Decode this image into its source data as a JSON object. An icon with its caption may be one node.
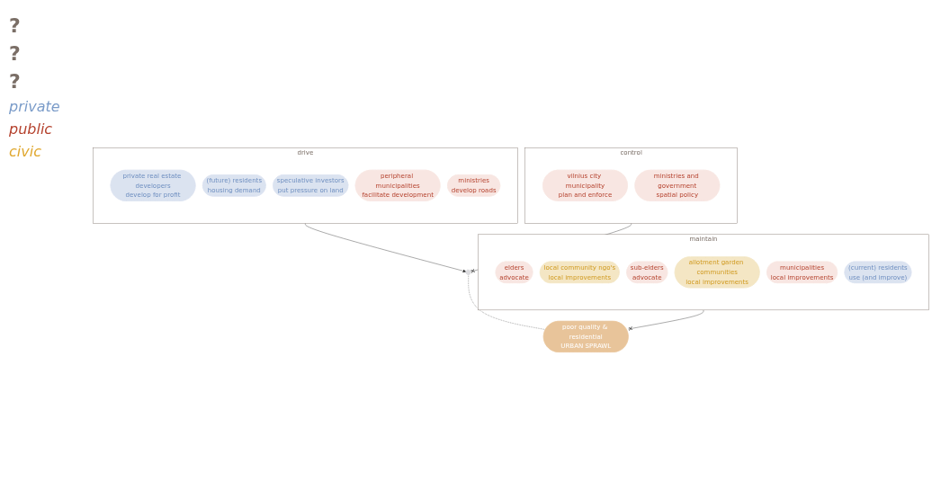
{
  "diagram": {
    "nodes": [
      {
        "text": [
          "drive"
        ]
      },
      {
        "text": [
          "private real estate developers",
          "develop for profit"
        ],
        "in": 0
      },
      {
        "text": [
          "(future) residents",
          "housing demand"
        ],
        "in": 0
      },
      {
        "text": [
          "speculative investors",
          "put pressure on land"
        ],
        "in": 0
      },
      {
        "text": [
          "peripheral municipalities",
          "facilitate development"
        ],
        "in": 0
      },
      {
        "text": [
          "ministries",
          "develop roads"
        ],
        "in": 0
      },
      {
        "text": [
          "control"
        ]
      },
      {
        "text": [
          "vilnius city municipality",
          "plan and enforce"
        ],
        "in": 6
      },
      {
        "text": [
          "ministries and government",
          "spatial policy"
        ],
        "in": 6
      },
      {
        "text": [],
        "shape": "cloud"
      },
      {
        "text": [
          "poor quality & residential",
          "URBAN SPRAWL"
        ]
      },
      {
        "text": [
          "maintain"
        ]
      },
      {
        "text": [
          "elders",
          "advocate"
        ],
        "in": 11
      },
      {
        "text": [
          "local community ngo's",
          "local improvements"
        ],
        "in": 11
      },
      {
        "text": [
          "sub-elders",
          "advocate"
        ],
        "in": 11
      },
      {
        "text": [
          "allotment garden communities",
          "local improvements"
        ],
        "in": 11
      },
      {
        "text": [
          "municipalities",
          "local improvements"
        ],
        "in": 11
      },
      {
        "text": [
          "(current) residents",
          "use (and improve)"
        ],
        "in": 11
      }
    ],
    "edges": [
      {
        "from": 0,
        "to": 9,
        "arrow": "to"
      },
      {
        "from": 6,
        "to": 9,
        "arrow": "other"
      },
      {
        "from": 9,
        "to": 10,
        "arrow": "none",
        "style": "dashed"
      },
      {
        "from": 11,
        "to": 10,
        "arrow": "other"
      }
    ],
    "labels": [
      "?",
      "?",
      "?"
    ],
    "legend": [
      {
        "text": "private",
        "color": "#7b9cc9"
      },
      {
        "text": "public",
        "color": "#b5432f"
      },
      {
        "text": "civic",
        "color": "#e0a830"
      }
    ]
  }
}
